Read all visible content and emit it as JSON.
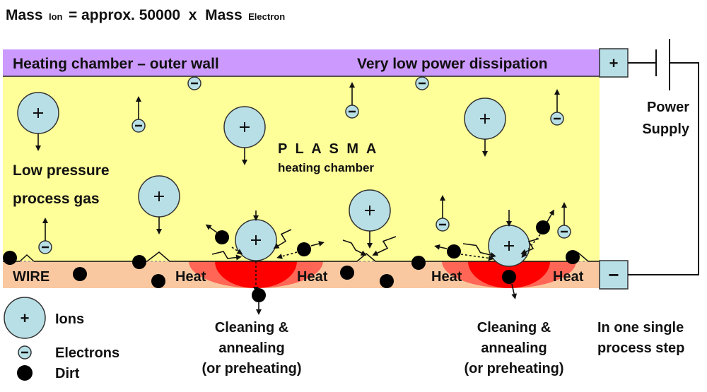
{
  "title": {
    "parts": [
      "Mass",
      "Ion",
      "= approx. 50000  x  Mass",
      "Electron"
    ]
  },
  "chamber": {
    "outer_wall_label": "Heating chamber – outer wall",
    "dissipation_label": "Very low power dissipation",
    "plasma_title": "P L A S M A",
    "plasma_subtitle": "heating chamber",
    "gas_label_line1": "Low pressure",
    "gas_label_line2": "process gas"
  },
  "wire": {
    "label": "WIRE",
    "heat_labels": [
      "Heat",
      "Heat",
      "Heat",
      "Heat"
    ]
  },
  "power_supply": {
    "label_line1": "Power",
    "label_line2": "Supply",
    "positive_terminal": "+",
    "negative_terminal": "−"
  },
  "annotations": {
    "cleaning_1": [
      "Cleaning &",
      "annealing",
      "(or preheating)"
    ],
    "cleaning_2": [
      "Cleaning &",
      "annealing",
      "(or preheating)"
    ],
    "single_step": [
      "In one single",
      "process step"
    ]
  },
  "legend": {
    "items": [
      {
        "symbol": "ion-icon",
        "label": "Ions"
      },
      {
        "symbol": "electron-icon",
        "label": "Electrons"
      },
      {
        "symbol": "dirt-icon",
        "label": "Dirt"
      }
    ]
  },
  "colors": {
    "outer_wall": "#cc99ff",
    "plasma": "#ffff99",
    "wire": "#fac8a0",
    "heat_outer": "#ff6655",
    "heat_inner": "#ff0000",
    "particle": "#b8dfe6",
    "dirt": "#000000"
  }
}
